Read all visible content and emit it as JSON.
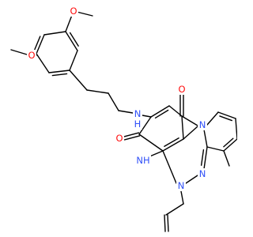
{
  "colors": {
    "bond": "#000000",
    "carbon": "#000000",
    "oxygen": "#ff0d0d",
    "nitrogen": "#3050f8",
    "background": "#ffffff"
  },
  "atom_labels": {
    "o_meta_methoxy": "O",
    "o_para_methoxy": "O",
    "n_amide": "N",
    "h_amide": "H",
    "o_amide": "O",
    "o_ketone": "O",
    "n_ring_bridge": "N",
    "n_imine": "NH",
    "n_allyl": "N",
    "n_ring_lower": "N"
  }
}
